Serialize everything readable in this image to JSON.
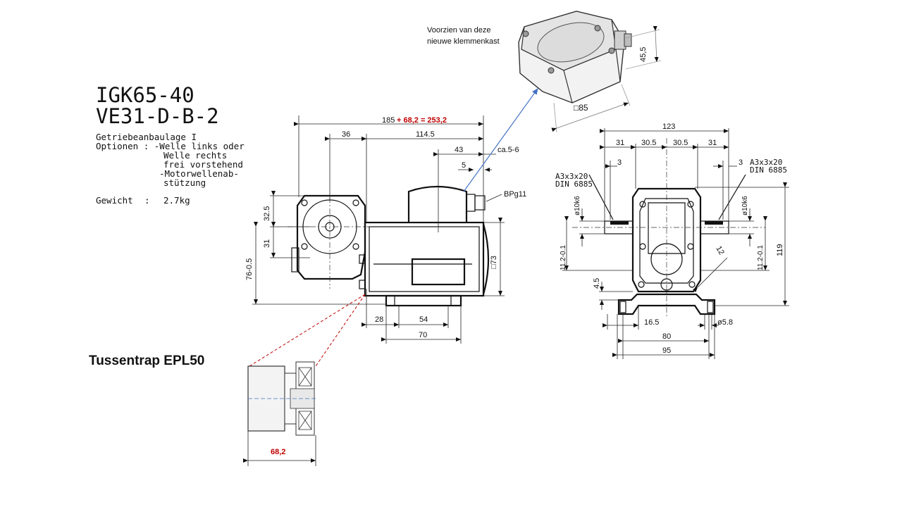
{
  "title": {
    "model": "IGK65-40",
    "variant": "VE31-D-B-2"
  },
  "specs": {
    "line1": "Getriebeanbaulage I",
    "line2": "Optionen : -Welle links oder",
    "line3": "Welle rechts",
    "line4": "frei vorstehend",
    "line5": "-Motorwellenab-",
    "line6": "stützung",
    "weight_label": "Gewicht",
    "weight_sep": ":",
    "weight_value": "2.7kg"
  },
  "callout": {
    "line1": "Voorzien van deze",
    "line2": "nieuwe klemmenkast",
    "height": "45,5",
    "square": "□85"
  },
  "side_view": {
    "total_black": "185",
    "total_red": "+ 68,2 = 253,2",
    "d36": "36",
    "d114": "114.5",
    "d43": "43",
    "d5": "5",
    "dca": "ca.5-6",
    "bpg": "BPg11",
    "d325": "32.5",
    "d31": "31",
    "d76": "76-0.5",
    "d73": "□73",
    "d28": "28",
    "d54": "54",
    "d70": "70"
  },
  "front_view": {
    "d123": "123",
    "d31a": "31",
    "d305a": "30.5",
    "d305b": "30.5",
    "d31b": "31",
    "d3a": "3",
    "d3b": "3",
    "key_left_1": "A3x3x20",
    "key_left_2": "DIN 6885",
    "key_right_1": "A3x3x20",
    "key_right_2": "DIN 6885",
    "d10a": "ø10k6",
    "d10b": "ø10k6",
    "d112a": "11.2-0.1",
    "d112b": "11.2-0.1",
    "d119": "119",
    "d45": "4.5",
    "d12": "12",
    "d165": "16.5",
    "d58": "ø5.8",
    "d80": "80",
    "d95": "95"
  },
  "stage": {
    "label": "Tussentrap EPL50",
    "width": "68,2"
  }
}
